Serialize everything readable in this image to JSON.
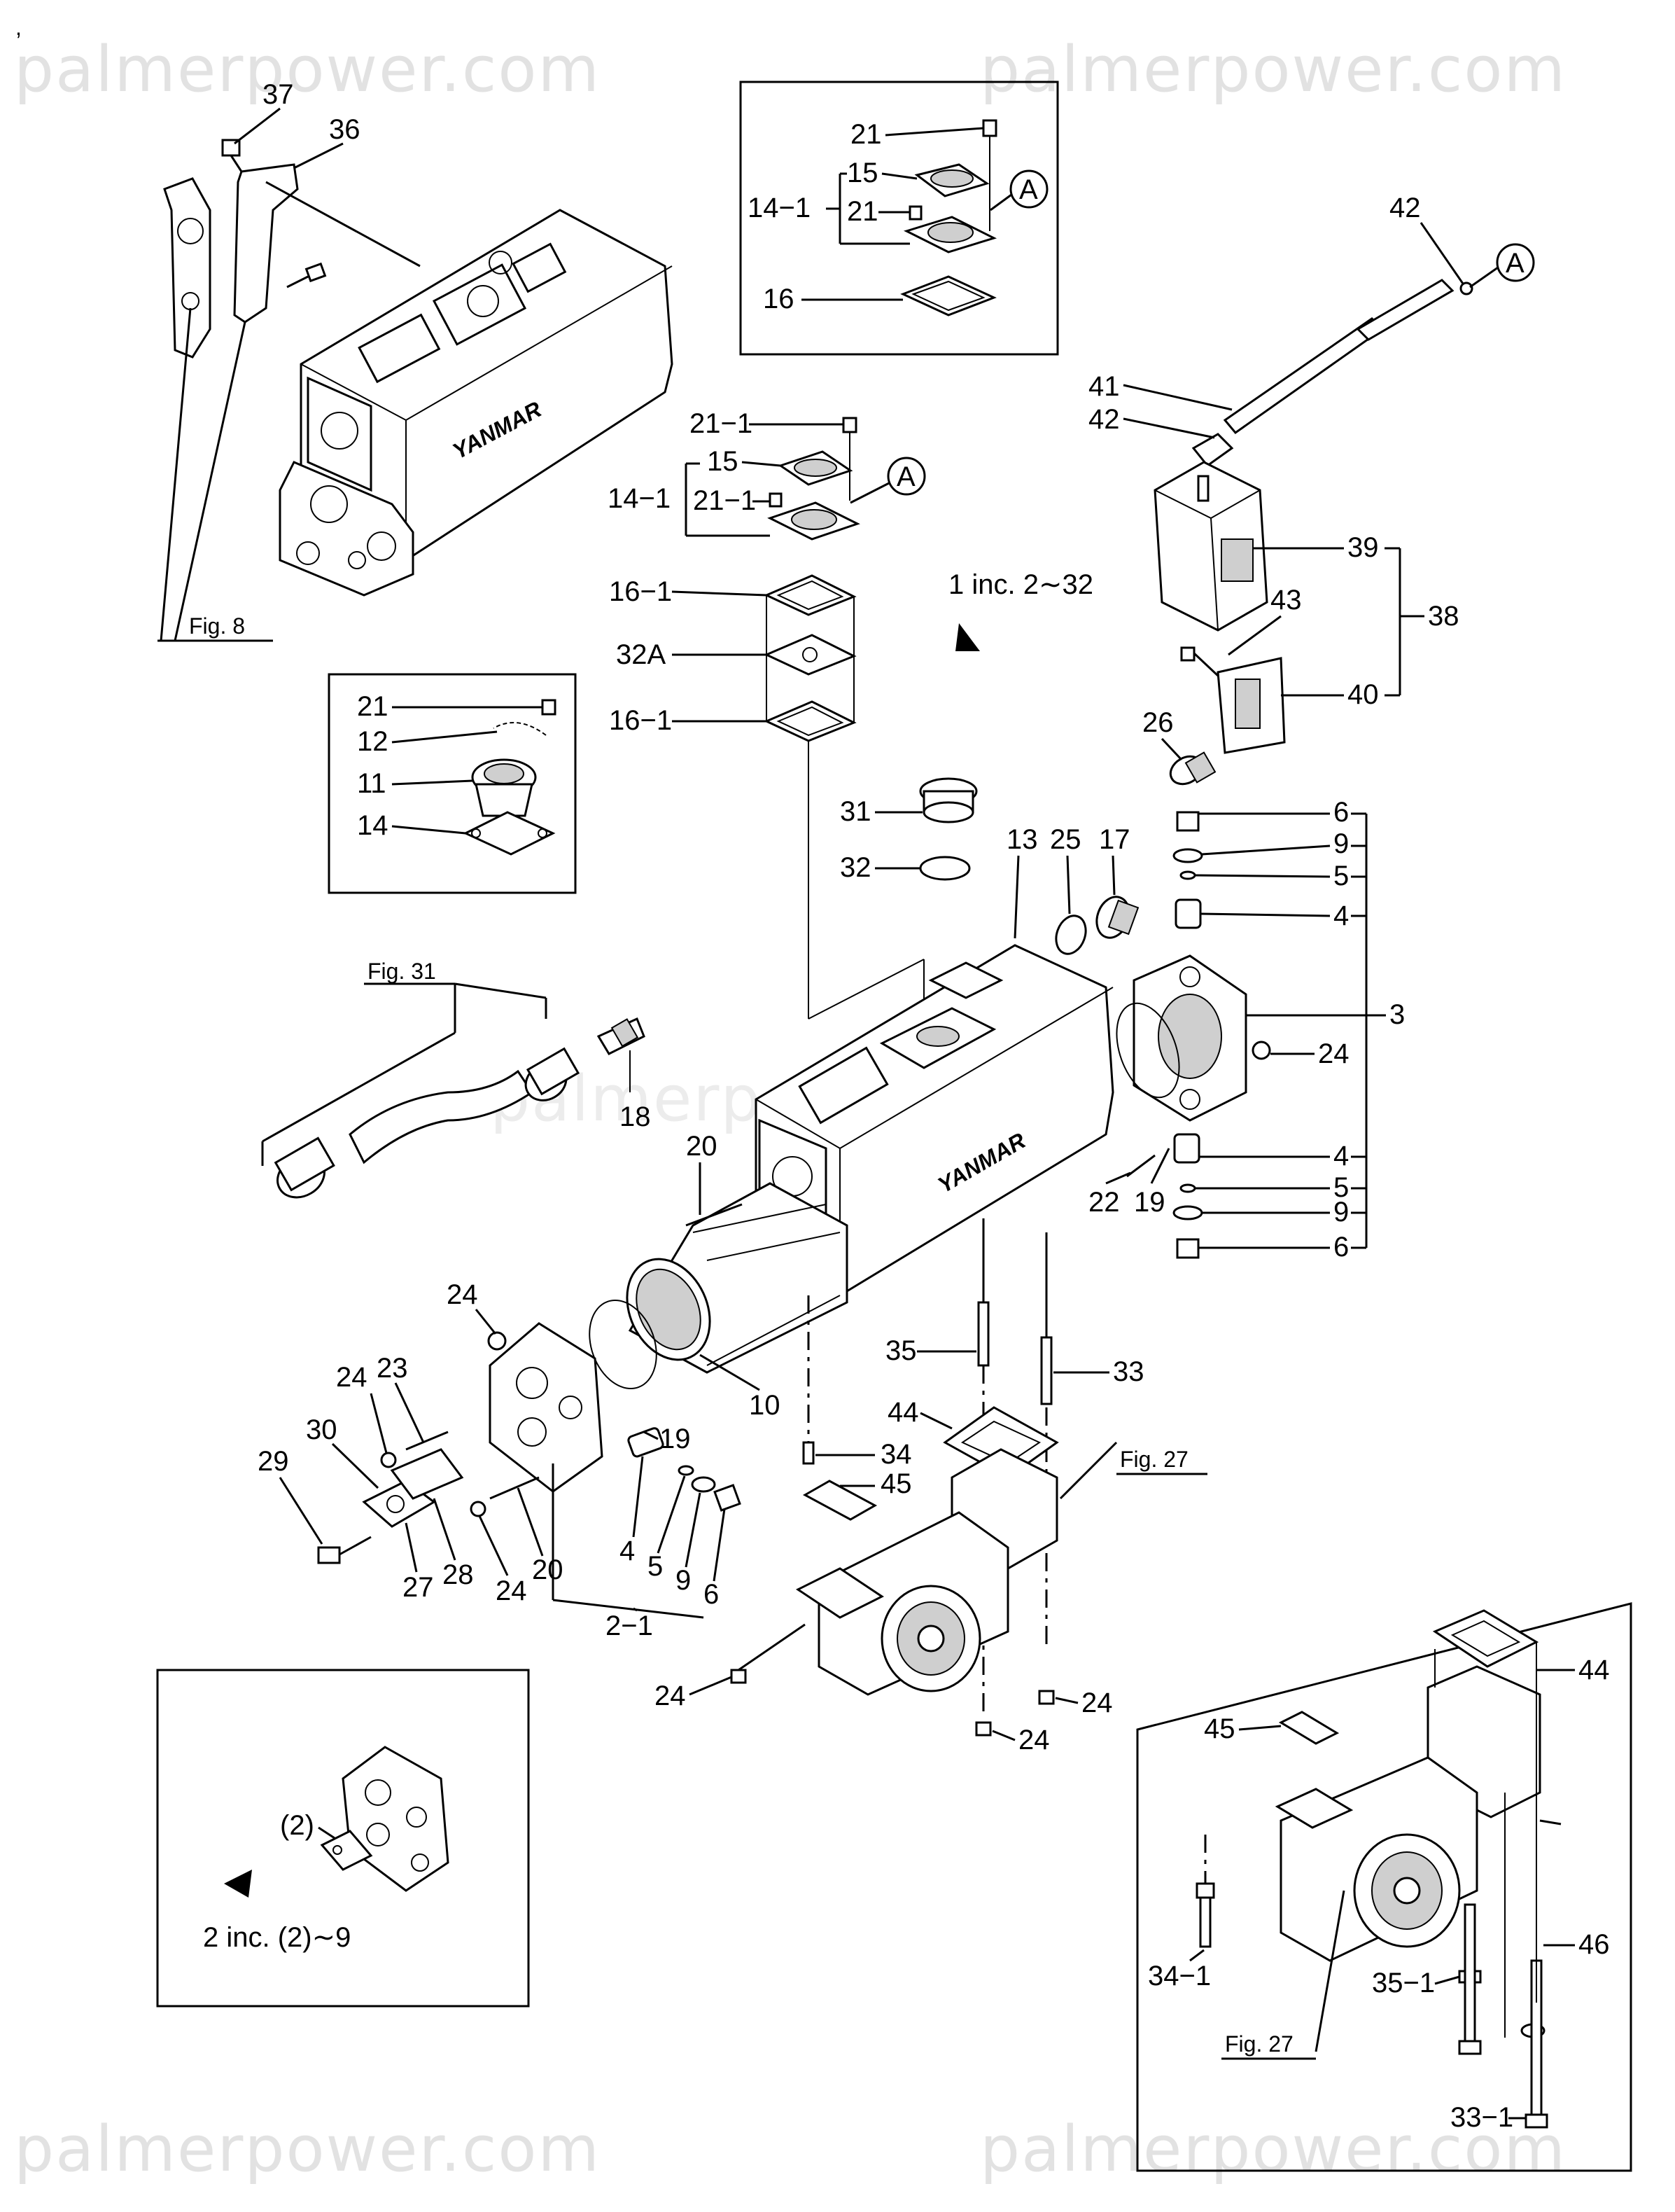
{
  "watermarks": [
    "palmerpower.com",
    "palmerpower.com",
    "palmerpower.com",
    "palmerpower.com"
  ],
  "callouts": {
    "c37": "37",
    "c36": "36",
    "fig8": "Fig. 8",
    "ins_21": "21",
    "ins_15": "15",
    "ins_141": "14−1",
    "ins_21b": "21",
    "ins_16": "16",
    "ins_A": "A",
    "c42a": "42",
    "c42_A": "A",
    "c41": "41",
    "c42b": "42",
    "c211": "21−1",
    "c15": "15",
    "c141": "14−1",
    "c211b": "21−1",
    "c161a": "16−1",
    "c32A": "32A",
    "c161b": "16−1",
    "c_A2": "A",
    "inc1": "1 inc. 2∼32",
    "c39": "39",
    "c38": "38",
    "c43": "43",
    "c40": "40",
    "cap_21": "21",
    "cap_12": "12",
    "cap_11": "11",
    "cap_14": "14",
    "c26": "26",
    "c31": "31",
    "c32": "32",
    "c13": "13",
    "c25": "25",
    "c17": "17",
    "r6a": "6",
    "r9a": "9",
    "r5a": "5",
    "r4a": "4",
    "r3": "3",
    "r24": "24",
    "r4b": "4",
    "r5b": "5",
    "r9b": "9",
    "r6b": "6",
    "c22": "22",
    "c19": "19",
    "fig31": "Fig. 31",
    "c18": "18",
    "c20": "20",
    "c24a": "24",
    "c10": "10",
    "c35": "35",
    "c33": "33",
    "c44": "44",
    "c34": "34",
    "c45": "45",
    "fig27": "Fig. 27",
    "c24b": "24",
    "c23": "23",
    "c30": "30",
    "c29": "29",
    "c19b": "19",
    "c27": "27",
    "c28": "28",
    "c24c": "24",
    "c20b": "20",
    "c4": "4",
    "c5": "5",
    "c9": "9",
    "c6": "6",
    "c21_2": "2−1",
    "c24d": "24",
    "c24e": "24",
    "c24f": "24",
    "sub2": "(2)",
    "inc2": "2 inc. (2)∼9",
    "b44": "44",
    "b45": "45",
    "b341": "34−1",
    "b351": "35−1",
    "b46": "46",
    "bfig27": "Fig. 27",
    "b331": "33−1"
  },
  "colors": {
    "ink": "#000000",
    "watermark": "#e2e2e2",
    "background": "#ffffff"
  }
}
